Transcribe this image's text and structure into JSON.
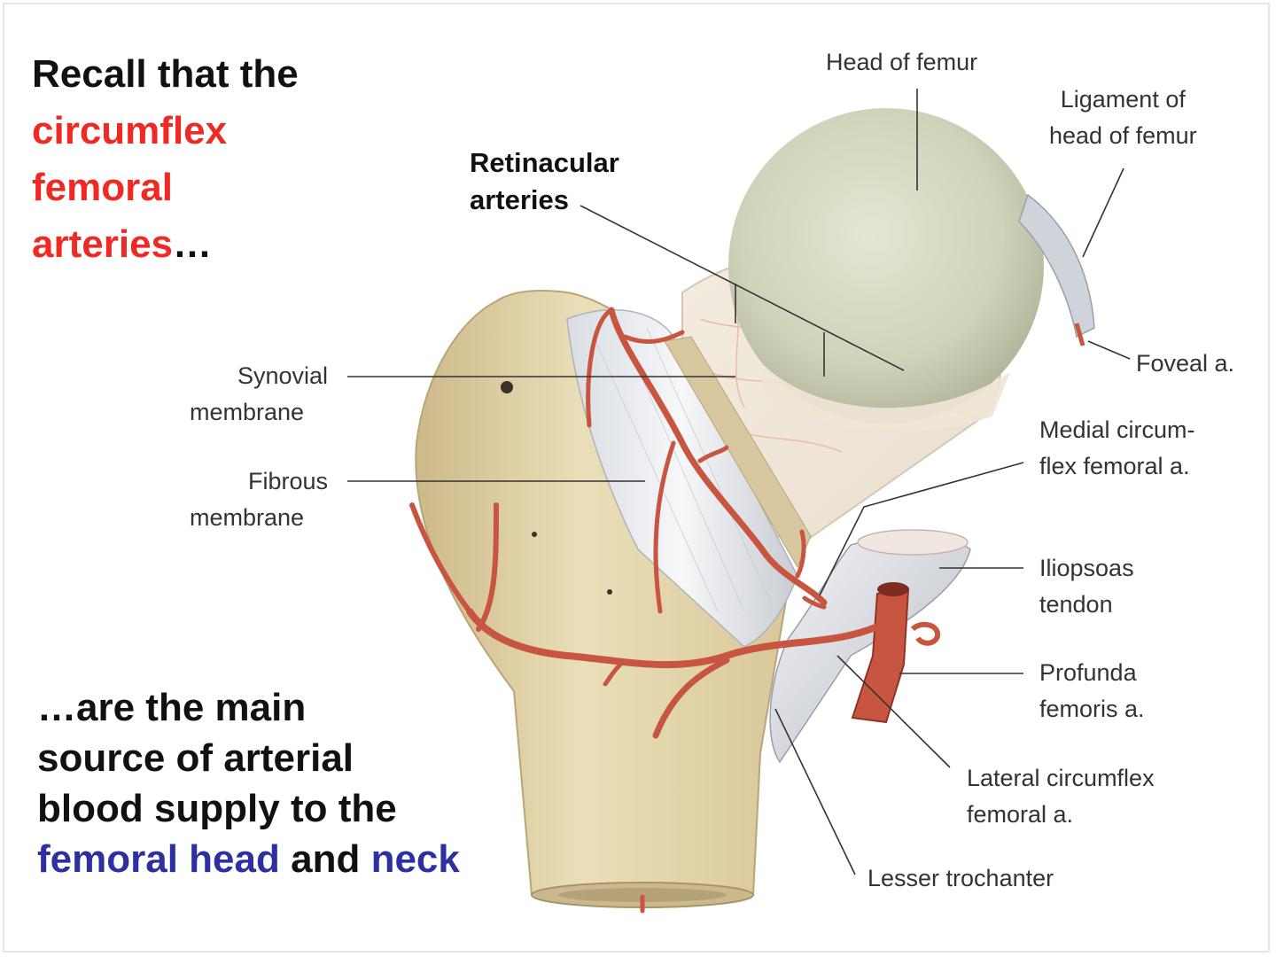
{
  "title": {
    "line1": "Recall that the",
    "line2": "circumflex",
    "line3": "femoral",
    "line4_accent": "arteries",
    "line4_tail": "…"
  },
  "summary": {
    "line1": "…are the main",
    "line2": "source of arterial",
    "line3": "blood supply to the",
    "line4_blue1": "femoral head",
    "line4_mid": " and ",
    "line4_blue2": "neck"
  },
  "labels": {
    "head_of_femur": "Head of femur",
    "ligament_line1": "Ligament of",
    "ligament_line2": "head of femur",
    "retinacular_line1": "Retinacular",
    "retinacular_line2": "arteries",
    "foveal": "Foveal a.",
    "synovial_line1": "Synovial",
    "synovial_line2": "membrane",
    "medial_line1": "Medial circum-",
    "medial_line2": "flex femoral a.",
    "fibrous_line1": "Fibrous",
    "fibrous_line2": "membrane",
    "iliopsoas_line1": "Iliopsoas",
    "iliopsoas_line2": "tendon",
    "profunda_line1": "Profunda",
    "profunda_line2": "femoris a.",
    "lateral_line1": "Lateral circumflex",
    "lateral_line2": "femoral a.",
    "lesser": "Lesser trochanter"
  },
  "colors": {
    "accent_red": "#ee2a24",
    "accent_blue": "#2e2fa0",
    "bone": "#e6d9b0",
    "artery": "#c8553f"
  }
}
